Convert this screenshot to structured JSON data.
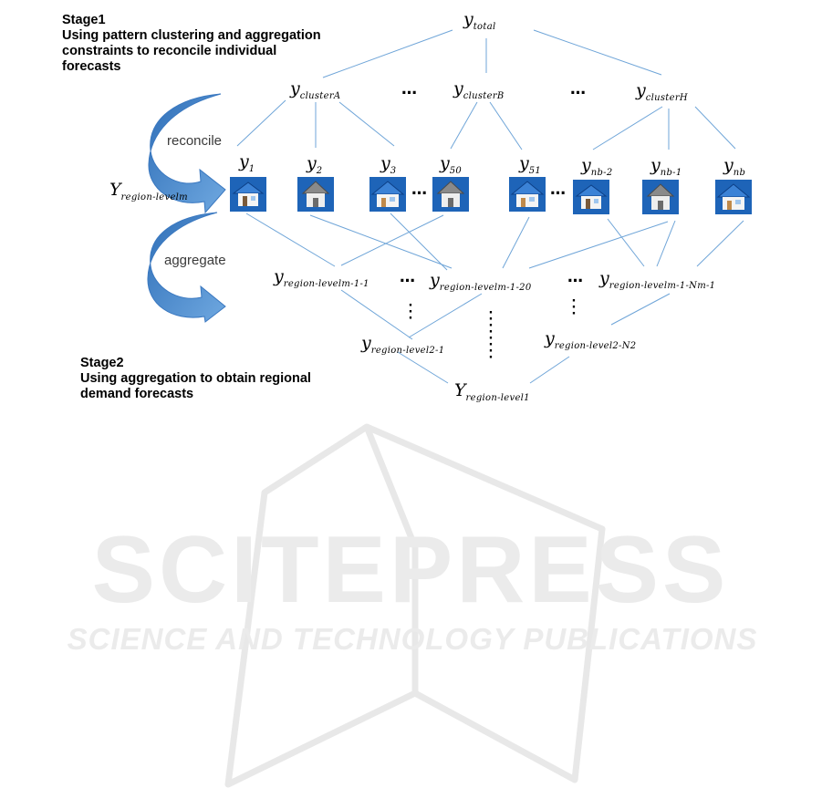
{
  "stage1": {
    "title": "Stage1",
    "line1": "Using pattern clustering and aggregation",
    "line2": "constraints to reconcile individual",
    "line3": "forecasts"
  },
  "stage2": {
    "title": "Stage2",
    "line1": "Using aggregation to obtain regional",
    "line2": "demand forecasts"
  },
  "arrows": {
    "reconcile": "reconcile",
    "aggregate": "aggregate"
  },
  "nodes": {
    "total": {
      "base": "y",
      "sub": "total"
    },
    "clusterA": {
      "base": "y",
      "sub": "clusterA"
    },
    "clusterB": {
      "base": "y",
      "sub": "clusterB"
    },
    "clusterH": {
      "base": "y",
      "sub": "clusterH"
    },
    "y1": {
      "base": "y",
      "sub": "1"
    },
    "y2": {
      "base": "y",
      "sub": "2"
    },
    "y3": {
      "base": "y",
      "sub": "3"
    },
    "y50": {
      "base": "y",
      "sub": "50"
    },
    "y51": {
      "base": "y",
      "sub": "51"
    },
    "ynb2": {
      "base": "y",
      "sub": "nb-2"
    },
    "ynb1": {
      "base": "y",
      "sub": "nb-1"
    },
    "ynb": {
      "base": "y",
      "sub": "nb"
    },
    "regionLevelM": {
      "base": "Y",
      "sub": "region-levelm"
    },
    "rm11": {
      "base": "y",
      "sub": "region-levelm-1-1"
    },
    "rm120": {
      "base": "y",
      "sub": "region-levelm-1-20"
    },
    "rm1n": {
      "base": "y",
      "sub": "region-levelm-1-Nm-1"
    },
    "r21": {
      "base": "y",
      "sub": "region-level2-1"
    },
    "r2n": {
      "base": "y",
      "sub": "region-level2-N2"
    },
    "r1": {
      "base": "Y",
      "sub": "region-level1"
    }
  },
  "ellipsis": "…",
  "watermark": {
    "main": "SCITEPRESS",
    "sub": "SCIENCE AND TECHNOLOGY PUBLICATIONS"
  },
  "colors": {
    "line": "#6fa5d8",
    "arrow": "#4f8fd1",
    "house_bg": "#1e64b8",
    "watermark": "#e6e6e6"
  },
  "icons": [
    "house-blue-roof-icon",
    "house-gray-icon"
  ]
}
